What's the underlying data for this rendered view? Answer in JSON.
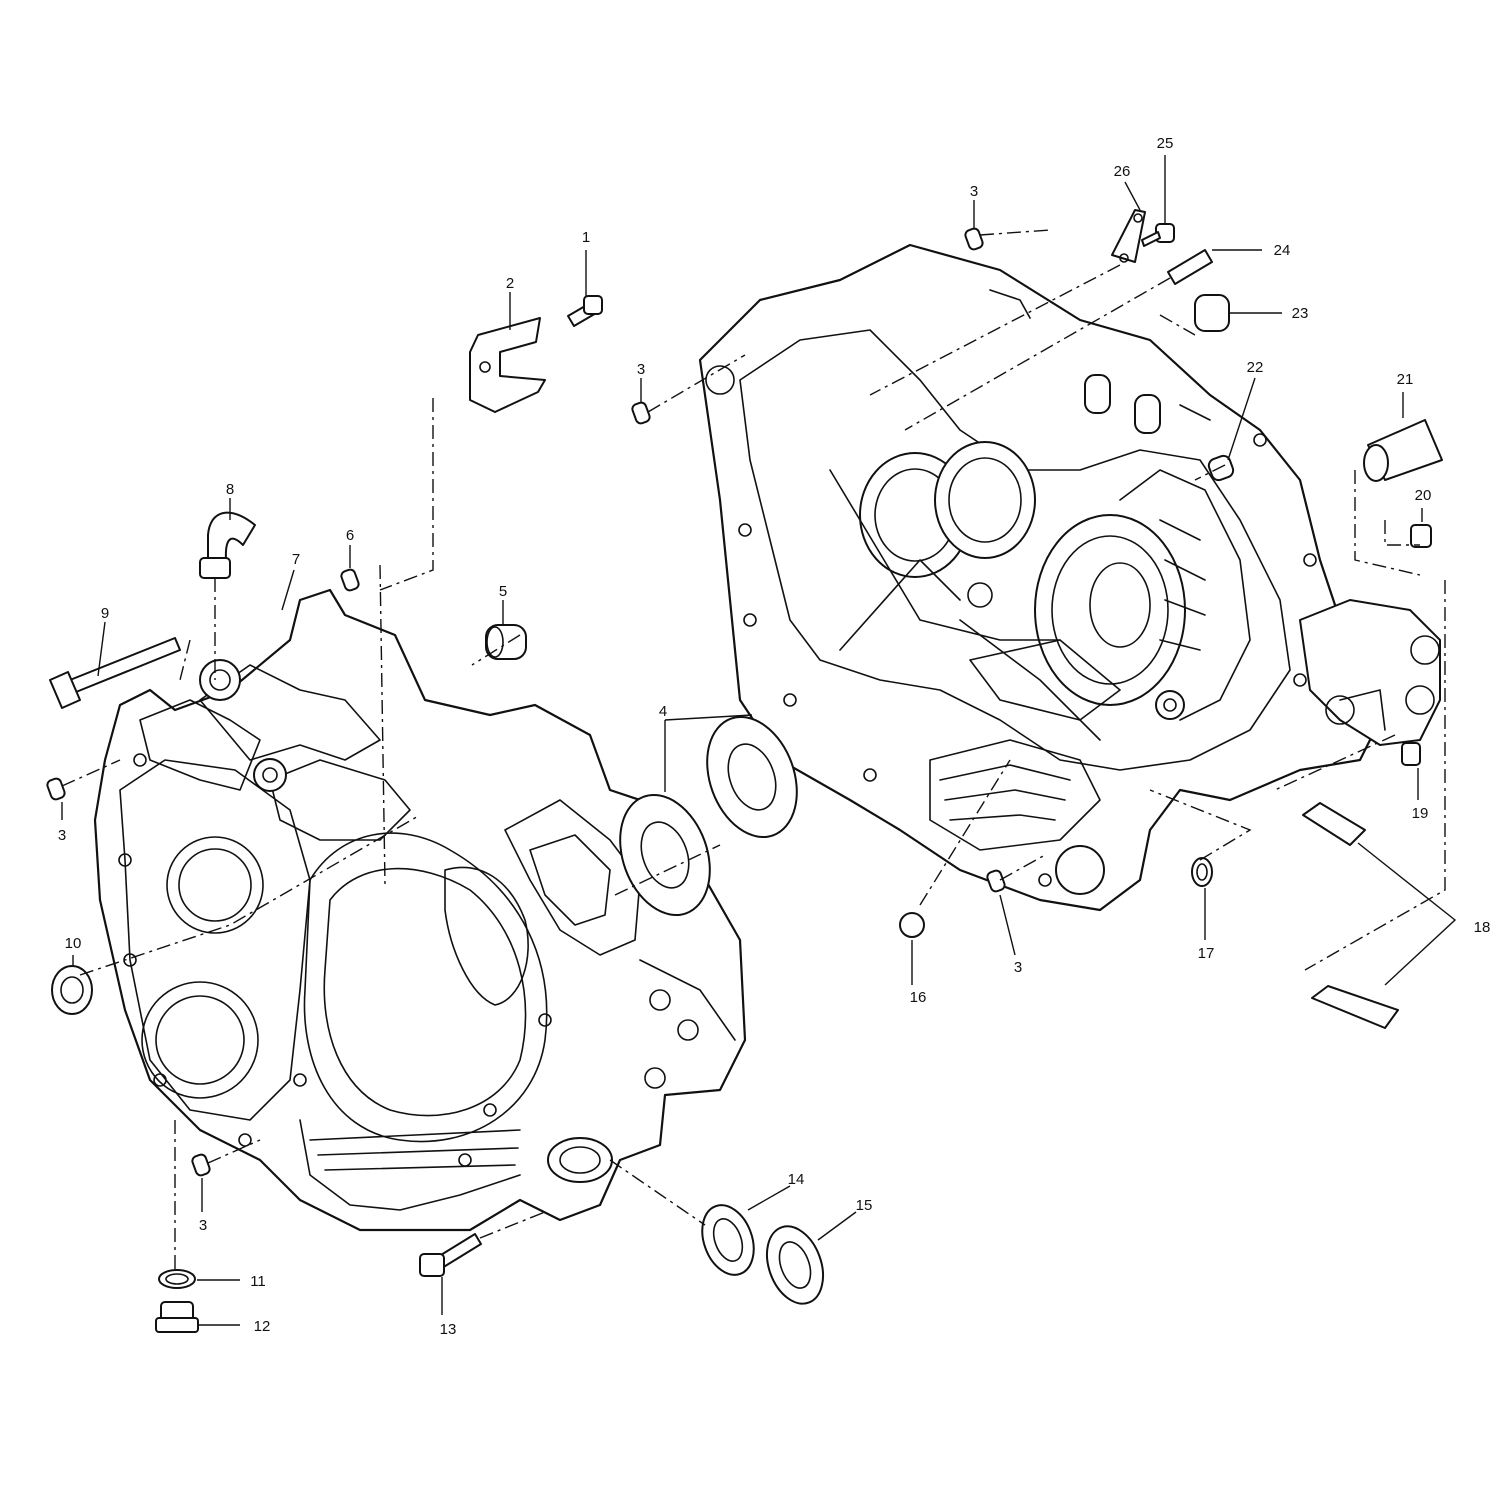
{
  "callouts": [
    {
      "id": "c1",
      "text": "1"
    },
    {
      "id": "c2",
      "text": "2"
    },
    {
      "id": "c3a",
      "text": "3"
    },
    {
      "id": "c3b",
      "text": "3"
    },
    {
      "id": "c3c",
      "text": "3"
    },
    {
      "id": "c3d",
      "text": "3"
    },
    {
      "id": "c3e",
      "text": "3"
    },
    {
      "id": "c4",
      "text": "4"
    },
    {
      "id": "c5",
      "text": "5"
    },
    {
      "id": "c6",
      "text": "6"
    },
    {
      "id": "c7",
      "text": "7"
    },
    {
      "id": "c8",
      "text": "8"
    },
    {
      "id": "c9",
      "text": "9"
    },
    {
      "id": "c10",
      "text": "10"
    },
    {
      "id": "c11",
      "text": "11"
    },
    {
      "id": "c12",
      "text": "12"
    },
    {
      "id": "c13",
      "text": "13"
    },
    {
      "id": "c14",
      "text": "14"
    },
    {
      "id": "c15",
      "text": "15"
    },
    {
      "id": "c16",
      "text": "16"
    },
    {
      "id": "c17",
      "text": "17"
    },
    {
      "id": "c18",
      "text": "18"
    },
    {
      "id": "c19",
      "text": "19"
    },
    {
      "id": "c20",
      "text": "20"
    },
    {
      "id": "c21",
      "text": "21"
    },
    {
      "id": "c22",
      "text": "22"
    },
    {
      "id": "c23",
      "text": "23"
    },
    {
      "id": "c24",
      "text": "24"
    },
    {
      "id": "c25",
      "text": "25"
    },
    {
      "id": "c26",
      "text": "26"
    }
  ]
}
